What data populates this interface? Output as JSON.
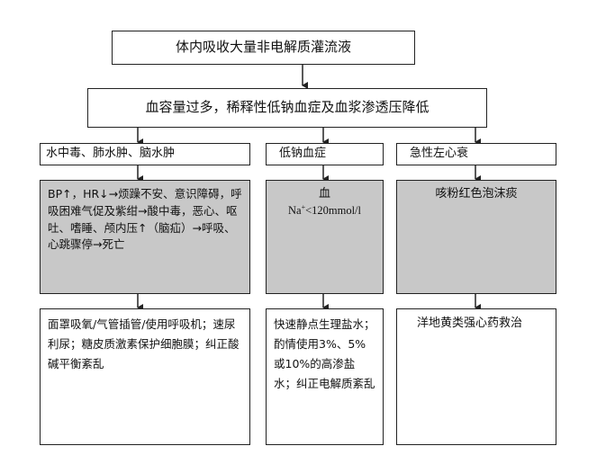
{
  "top": {
    "text": "体内吸收大量非电解质灌流液"
  },
  "second": {
    "text": "血容量过多，稀释性低钠血症及血浆渗透压降低"
  },
  "columns": [
    {
      "header": "水中毒、肺水肿、脑水肿",
      "symptom": "BP↑，HR↓→烦躁不安、意识障碍，呼吸困难气促及紫绀→酸中毒，恶心、呕吐、嗜睡、颅内压↑（脑疝）→呼吸、心跳骤停→死亡",
      "treatment": "面罩吸氧/气管插管/使用呼吸机；速尿利尿；糖皮质激素保护细胞膜；纠正酸碱平衡紊乱"
    },
    {
      "header": "低钠血症",
      "symptom_line1": "血",
      "symptom_na": "Na",
      "symptom_sup": "+",
      "symptom_rest": "<120mmol/l",
      "treatment": "快速静点生理盐水；酌情使用3%、5%或10%的高渗盐水；纠正电解质紊乱"
    },
    {
      "header": "急性左心衰",
      "symptom": "咳粉红色泡沫痰",
      "treatment": "洋地黄类强心药救治"
    }
  ]
}
